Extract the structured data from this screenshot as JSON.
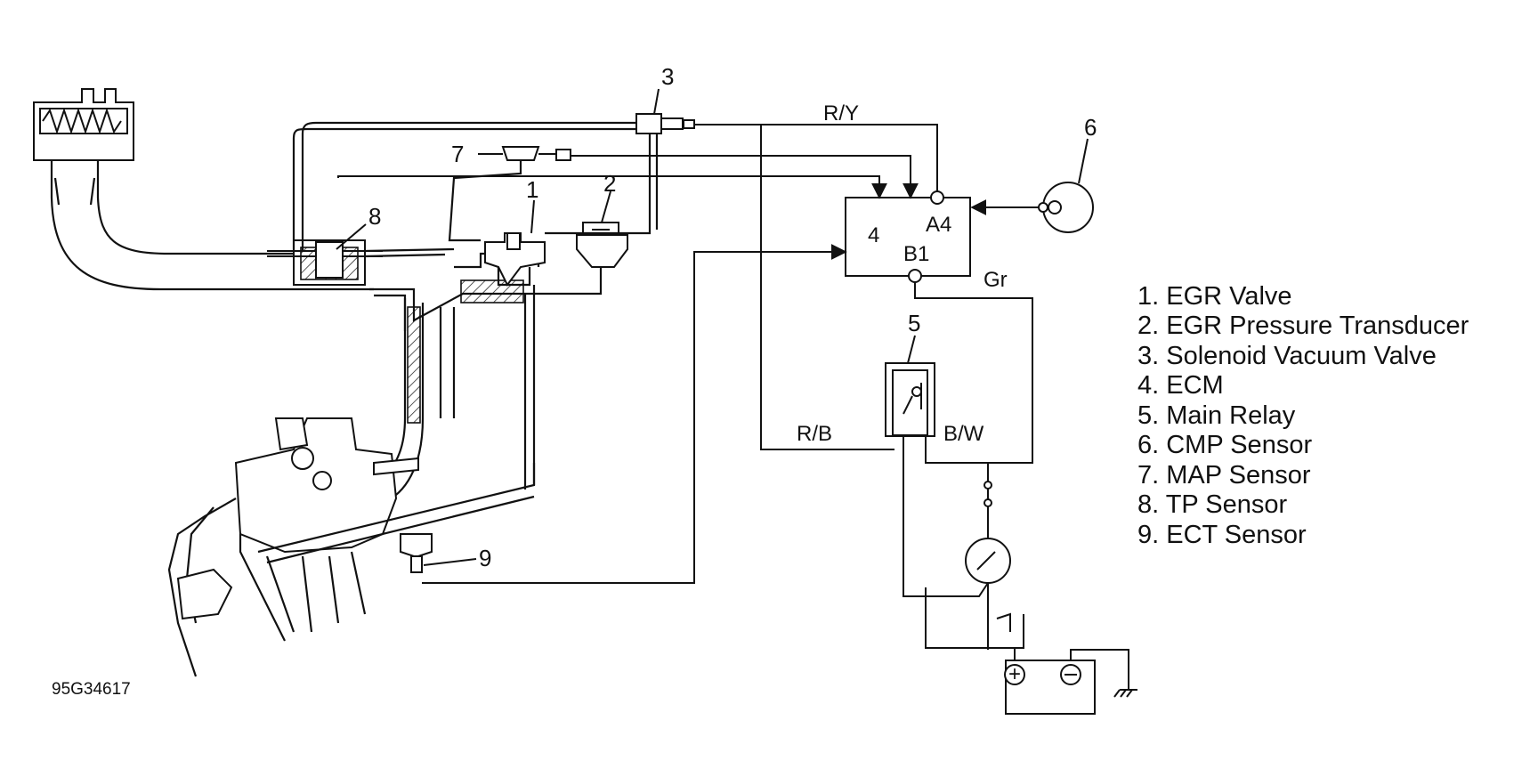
{
  "figure_id": "95G34617",
  "callouts": {
    "egr_valve": "1",
    "egr_transducer": "2",
    "solenoid_valve": "3",
    "ecm": "4",
    "main_relay": "5",
    "cmp_sensor": "6",
    "map_sensor": "7",
    "tp_sensor": "8",
    "ect_sensor": "9"
  },
  "ecm_terminals": {
    "a4": "A4",
    "b1": "B1"
  },
  "wire_labels": {
    "ry": "R/Y",
    "rb": "R/B",
    "bw": "B/W",
    "gr": "Gr"
  },
  "legend": [
    "1. EGR Valve",
    "2. EGR Pressure Transducer",
    "3. Solenoid Vacuum Valve",
    "4. ECM",
    "5. Main Relay",
    "6. CMP Sensor",
    "7. MAP Sensor",
    "8. TP Sensor",
    "9. ECT Sensor"
  ]
}
